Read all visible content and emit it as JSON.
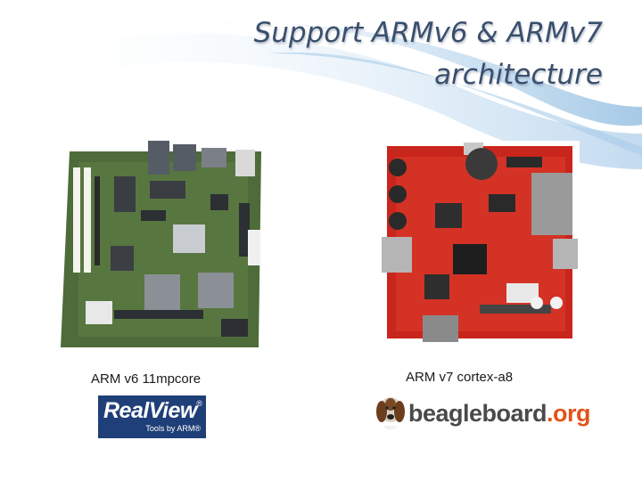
{
  "slide": {
    "title_line1": "Support ARMv6 & ARMv7",
    "title_line2": "architecture"
  },
  "left_panel": {
    "caption": "ARM v6 11mpcore",
    "logo_main": "RealView",
    "logo_reg": "®",
    "logo_sub": "Tools by ARM®",
    "board_color": "#4e6b3a"
  },
  "right_panel": {
    "caption": "ARM v7 cortex-a8",
    "logo_text_main": "beagleboard",
    "logo_text_suffix": ".org",
    "board_color": "#c8251c"
  }
}
